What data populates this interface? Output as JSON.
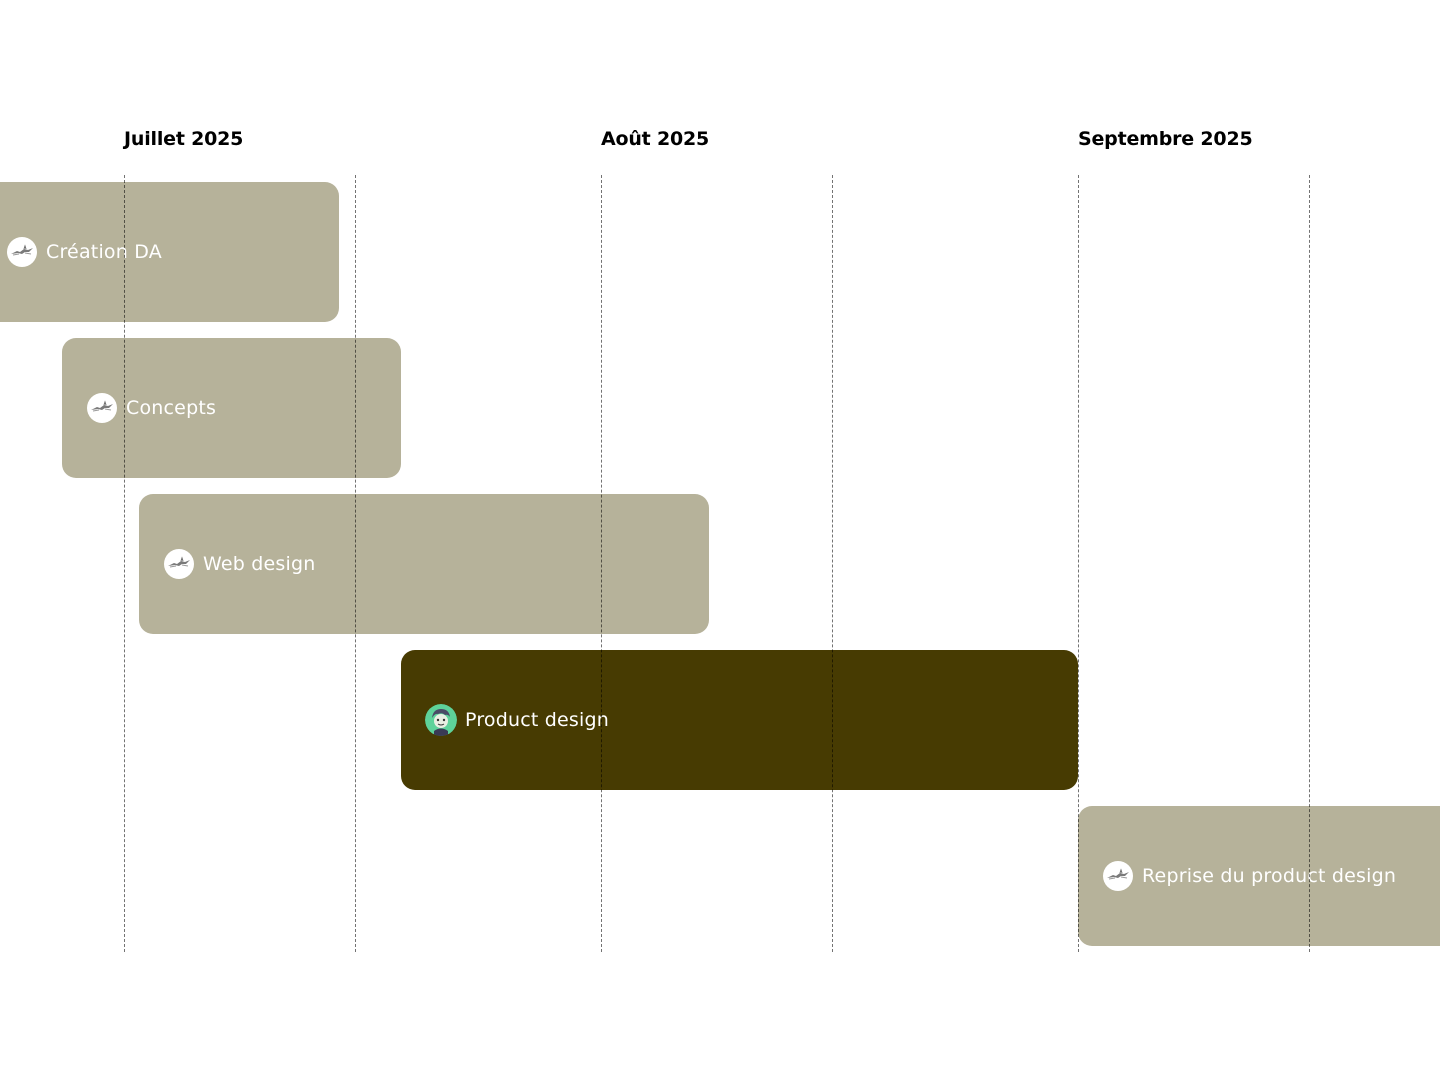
{
  "chart_data": {
    "type": "gantt",
    "months": [
      "Juillet 2025",
      "Août 2025",
      "Septembre 2025"
    ],
    "tasks": [
      {
        "name": "Création DA",
        "start": "2025-06-20",
        "end": "2025-07-15",
        "color": "#b6b29a",
        "avatar": "bird-logo-icon"
      },
      {
        "name": "Concepts",
        "start": "2025-06-27",
        "end": "2025-07-19",
        "color": "#b6b29a",
        "avatar": "bird-logo-icon"
      },
      {
        "name": "Web design",
        "start": "2025-07-02",
        "end": "2025-08-08",
        "color": "#b6b29a",
        "avatar": "bird-logo-icon"
      },
      {
        "name": "Product design",
        "start": "2025-07-19",
        "end": "2025-09-01",
        "color": "#473b02",
        "avatar": "character-avatar-icon"
      },
      {
        "name": "Reprise du product design",
        "start": "2025-09-01",
        "end": "2025-09-30",
        "color": "#b6b29a",
        "avatar": "bird-logo-icon"
      }
    ]
  }
}
